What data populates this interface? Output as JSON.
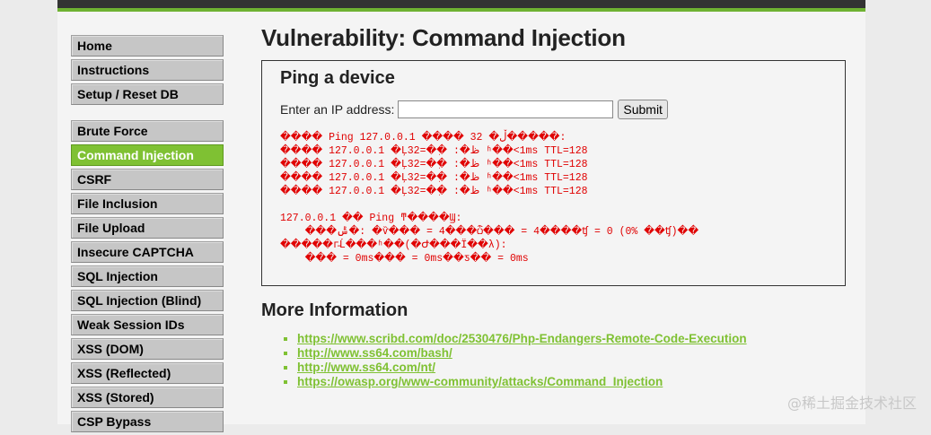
{
  "sidebar": {
    "group1": [
      "Home",
      "Instructions",
      "Setup / Reset DB"
    ],
    "group2": [
      "Brute Force",
      "Command Injection",
      "CSRF",
      "File Inclusion",
      "File Upload",
      "Insecure CAPTCHA",
      "SQL Injection",
      "SQL Injection (Blind)",
      "Weak Session IDs",
      "XSS (DOM)",
      "XSS (Reflected)",
      "XSS (Stored)",
      "CSP Bypass"
    ],
    "active": "Command Injection"
  },
  "main": {
    "title": "Vulnerability: Command Injection",
    "form": {
      "title": "Ping a device",
      "ip_label": "Enter an IP address:",
      "ip_value": "",
      "submit_label": "Submit"
    },
    "output_lines": [
      "���� Ping 127.0.0.1 ���� 32 �ֽڵ�����:",
      "���� 127.0.0.1 �Ļظ�: �ֽ�=32 ʱ��<1ms TTL=128",
      "���� 127.0.0.1 �Ļظ�: �ֽ�=32 ʱ��<1ms TTL=128",
      "���� 127.0.0.1 �Ļظ�: �ֽ�=32 ʱ��<1ms TTL=128",
      "���� 127.0.0.1 �Ļظ�: �ֽ�=32 ʱ��<1ms TTL=128",
      "",
      "127.0.0.1 �� Ping ͳ����Ϣ:",
      "    ���ݰ�: �ѷ��� = 4���ѽ��� = 4����ʧ = 0 (0% ��ʧ)��",
      "�����г̵Ĺ���ʱ��(�Ժ���Ϊ��λ):",
      "    ��� = 0ms��� = 0ms��ƽ�� = 0ms"
    ],
    "more_info_title": "More Information",
    "links": [
      "https://www.scribd.com/doc/2530476/Php-Endangers-Remote-Code-Execution",
      "http://www.ss64.com/bash/",
      "http://www.ss64.com/nt/",
      "https://owasp.org/www-community/attacks/Command_Injection"
    ]
  },
  "watermark": "@稀土掘金技术社区",
  "colors": {
    "accent": "#7fc133",
    "output": "#e00000",
    "topbar": "#333333"
  }
}
